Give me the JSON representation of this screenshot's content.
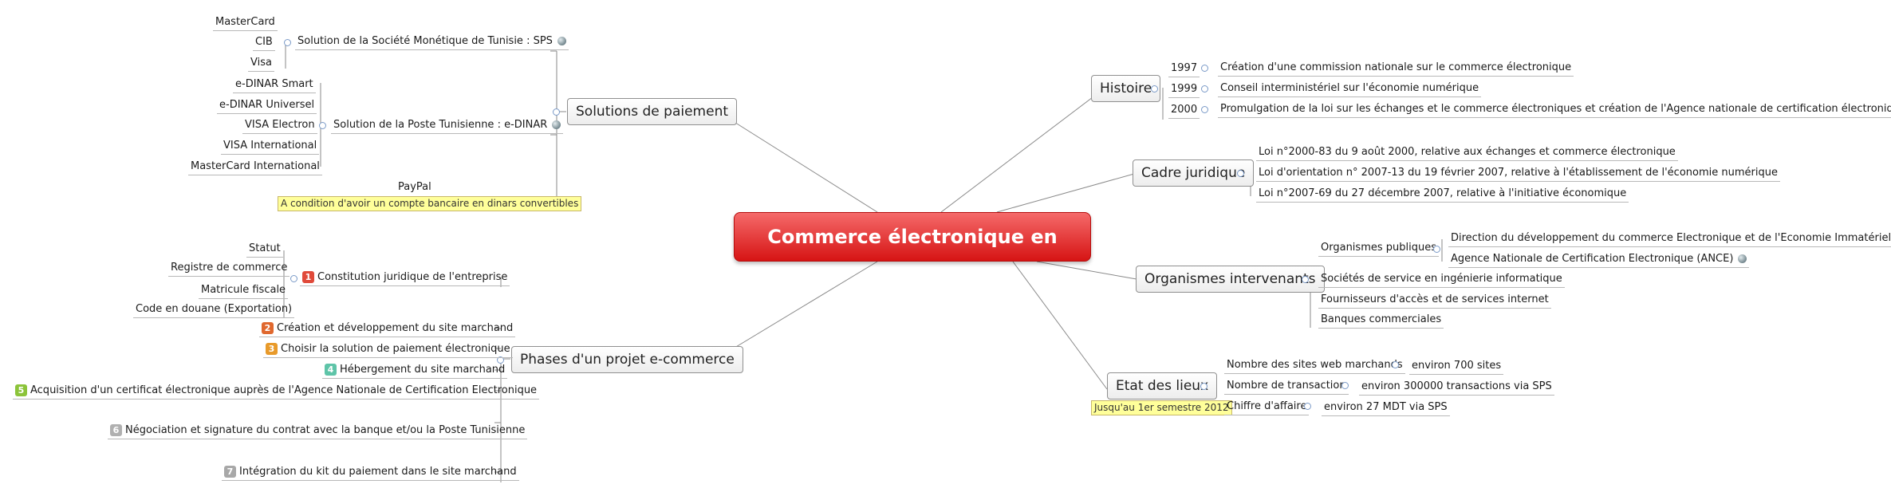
{
  "central": "Commerce électronique en Tunisie",
  "branches": {
    "paiement": "Solutions de paiement",
    "phases": "Phases d'un projet e-commerce",
    "histoire": "Histoire",
    "cadre": "Cadre juridique",
    "organismes": "Organismes intervenants",
    "etat": "Etat des lieux"
  },
  "paiement": {
    "sps": "Solution de la Société Monétique de Tunisie : SPS",
    "sps_items": [
      "MasterCard",
      "CIB",
      "Visa"
    ],
    "poste": "Solution de la Poste Tunisienne : e-DINAR",
    "poste_items": [
      "e-DINAR Smart",
      "e-DINAR Universel",
      "VISA Electron",
      "VISA International",
      "MasterCard International"
    ],
    "paypal": "PayPal",
    "paypal_note": "A condition d'avoir un compte bancaire en dinars convertibles"
  },
  "phases": {
    "constitution": "Constitution juridique de l'entreprise",
    "constitution_items": [
      "Statut",
      "Registre de commerce",
      "Matricule fiscale",
      "Code en douane (Exportation)"
    ],
    "steps": [
      {
        "num": "1",
        "color": "#e04a3a"
      },
      {
        "num": "2",
        "color": "#e0682e",
        "label": "Création et développement du site marchand"
      },
      {
        "num": "3",
        "color": "#e89a2a",
        "label": "Choisir la solution de paiement électronique"
      },
      {
        "num": "4",
        "color": "#5ec4a8",
        "label": "Hébergement du site marchand"
      },
      {
        "num": "5",
        "color": "#8cc43a",
        "label": "Acquisition d'un certificat électronique auprès de l'Agence Nationale de Certification Electronique"
      },
      {
        "num": "6",
        "color": "#b0b0b0",
        "label": "Négociation et signature du contrat avec la banque et/ou la Poste Tunisienne"
      },
      {
        "num": "7",
        "color": "#a8a8a8",
        "label": "Intégration du kit du paiement dans le site marchand"
      }
    ]
  },
  "histoire": [
    {
      "year": "1997",
      "text": "Création d'une commission nationale sur le commerce électronique"
    },
    {
      "year": "1999",
      "text": "Conseil interministériel sur l'économie numérique"
    },
    {
      "year": "2000",
      "text": "Promulgation de la loi sur les échanges et le commerce électroniques et création de l'Agence nationale de certification électronique"
    }
  ],
  "cadre": [
    "Loi n°2000-83 du 9 août 2000, relative aux échanges et commerce électronique",
    "Loi d'orientation n° 2007-13 du 19 février 2007, relative à l'établissement de l'économie numérique",
    "Loi n°2007-69 du 27 décembre 2007, relative à l'initiative économique"
  ],
  "organismes": {
    "publiques": "Organismes publiques",
    "publiques_items": [
      "Direction du développement du commerce Electronique et de l'Economie Immatérielle",
      "Agence Nationale de Certification Electronique (ANCE)"
    ],
    "others": [
      "Sociétés de service en ingénierie informatique",
      "Fournisseurs d'accès et de services internet",
      "Banques commerciales"
    ]
  },
  "etat": {
    "note": "Jusqu'au 1er semestre 2012",
    "rows": [
      {
        "label": "Nombre des sites web marchands",
        "value": "environ 700 sites"
      },
      {
        "label": "Nombre de transaction",
        "value": "environ 300000 transactions via SPS"
      },
      {
        "label": "Chiffre d'affaire",
        "value": "environ 27 MDT via SPS"
      }
    ]
  }
}
